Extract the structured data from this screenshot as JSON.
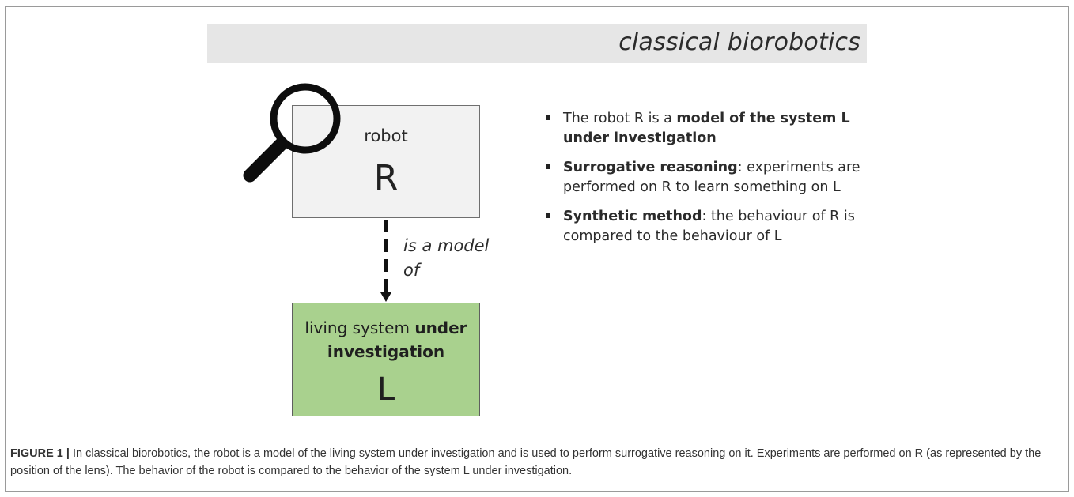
{
  "header": {
    "title": "classical biorobotics"
  },
  "robot_box": {
    "label": "robot",
    "letter": "R"
  },
  "arrow": {
    "label_line1": "is a model",
    "label_line2": "of"
  },
  "living_box": {
    "text_plain": "living system ",
    "text_bold_1": "under",
    "text_bold_2": "investigation",
    "letter": "L",
    "fill_color": "#a9d18e"
  },
  "bullets": [
    {
      "plain_pre": "The robot R is a ",
      "bold": "model of the system L under investigation",
      "plain_post": ""
    },
    {
      "plain_pre": "",
      "bold": "Surrogative reasoning",
      "plain_post": ": experiments are performed on R to learn something on L"
    },
    {
      "plain_pre": "",
      "bold": "Synthetic method",
      "plain_post": ": the behaviour of R is compared to the behaviour of L"
    }
  ],
  "caption": {
    "label": "FIGURE 1 |",
    "text": "In classical biorobotics, the robot is a model of the living system under investigation and is used to perform surrogative reasoning on it. Experiments are performed on R (as represented by the position of the lens). The behavior of the robot is compared to the behavior of the system L under investigation."
  },
  "icons": {
    "lens": "magnifying-glass-icon",
    "arrow": "dashed-arrow-down-icon"
  }
}
